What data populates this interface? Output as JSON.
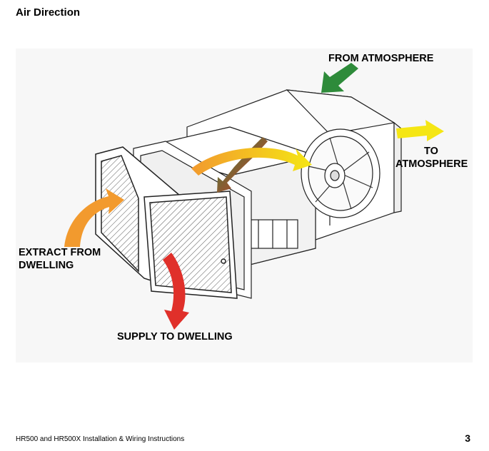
{
  "heading": "Air Direction",
  "diagram": {
    "labels": {
      "from_atmosphere": "FROM ATMOSPHERE",
      "to_atmosphere_line1": "TO",
      "to_atmosphere_line2": "ATMOSPHERE",
      "extract_line1": "EXTRACT FROM",
      "extract_line2": "DWELLING",
      "supply": "SUPPLY TO DWELLING"
    },
    "arrow_colors": {
      "from_atmosphere": "#2e8b3a",
      "to_atmosphere": "#f5e614",
      "extract": "#f29a2e",
      "supply": "#e0302a"
    }
  },
  "footer": {
    "doc_title": "HR500 and HR500X  Installation & Wiring Instructions",
    "page_number": "3"
  }
}
